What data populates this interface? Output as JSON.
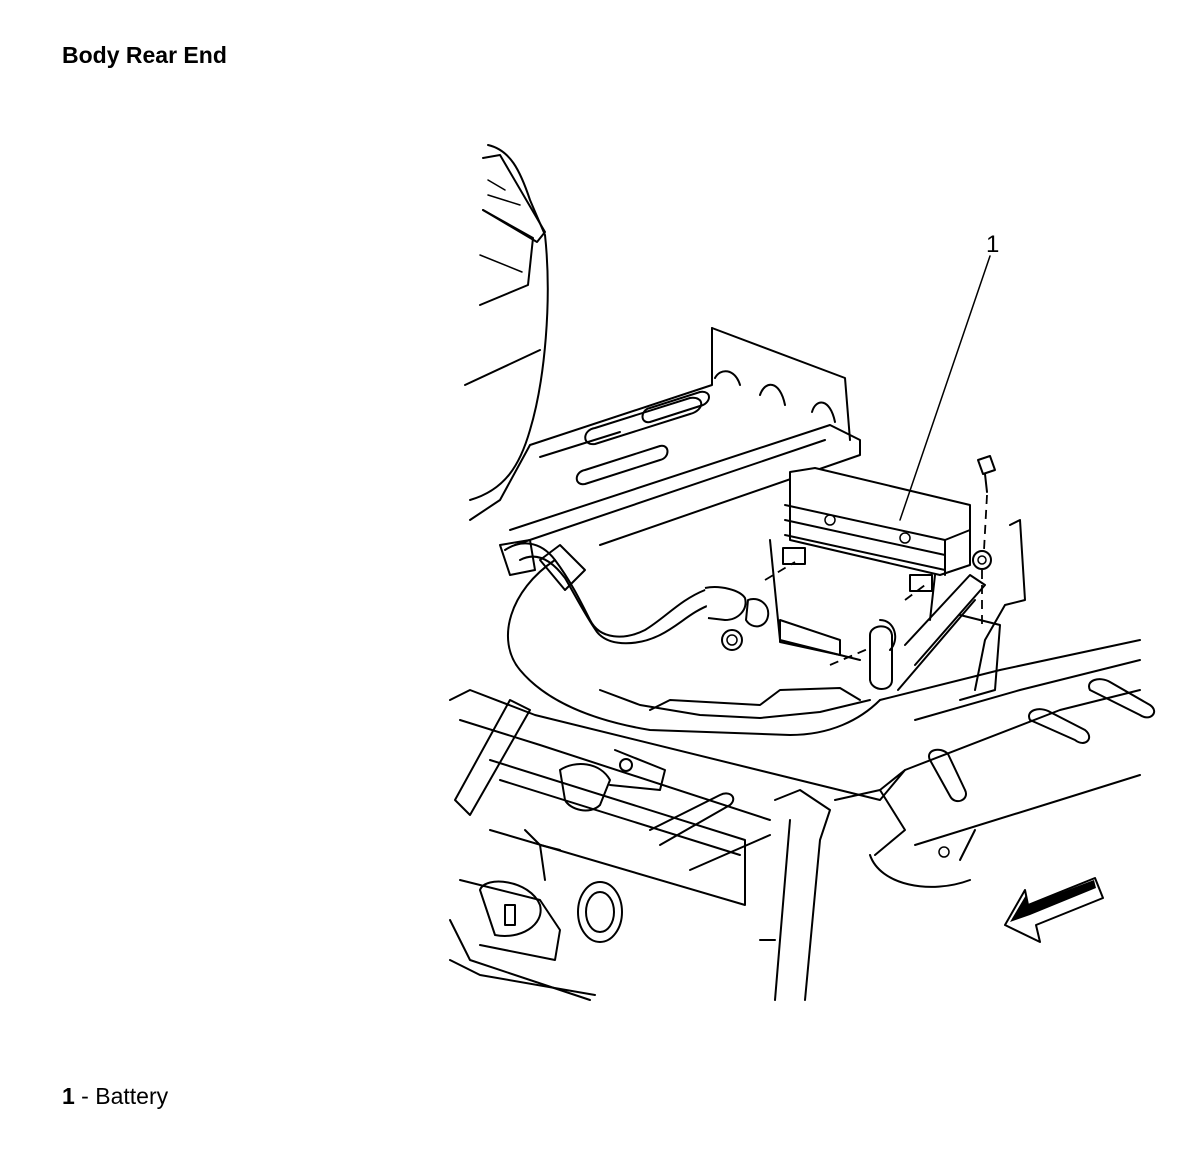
{
  "title": "Body Rear End",
  "callouts": [
    {
      "number": "1",
      "label": "Battery"
    }
  ],
  "legend": [
    {
      "number": "1",
      "separator": " - ",
      "label": "Battery"
    }
  ],
  "icons": [
    "direction-arrow-icon"
  ]
}
